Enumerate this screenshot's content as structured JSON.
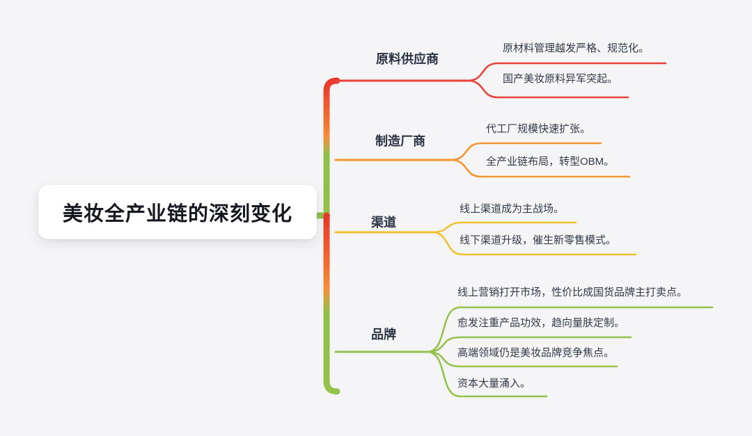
{
  "diagram": {
    "type": "mind-map",
    "background_color": "#f5f5f7",
    "root": {
      "title": "美妆全产业链的深刻变化",
      "card_color": "#ffffff",
      "text_color": "#15181f"
    },
    "trunk": {
      "gradient_stops": [
        "#e8382c",
        "#f5903a",
        "#f0c02c",
        "#8fbf4b"
      ],
      "stub_color": "#8fbf4b"
    },
    "branches": [
      {
        "label": "原料供应商",
        "color": "#e8433a",
        "children": [
          {
            "text": "原材料管理越发严格、规范化。"
          },
          {
            "text": "国产美妆原料异军突起。"
          }
        ]
      },
      {
        "label": "制造厂商",
        "color": "#f2972f",
        "children": [
          {
            "text": "代工厂规模快速扩张。"
          },
          {
            "text": "全产业链布局，转型OBM。"
          }
        ]
      },
      {
        "label": "渠道",
        "color": "#f0c130",
        "children": [
          {
            "text": "线上渠道成为主战场。"
          },
          {
            "text": "线下渠道升级，催生新零售模式。"
          }
        ]
      },
      {
        "label": "品牌",
        "color": "#95c14d",
        "children": [
          {
            "text": "线上营销打开市场，性价比成国货品牌主打卖点。"
          },
          {
            "text": "愈发注重产品功效，趋向量肤定制。"
          },
          {
            "text": "高端领域仍是美妆品牌竞争焦点。"
          },
          {
            "text": "资本大量涌入。"
          }
        ]
      }
    ]
  }
}
